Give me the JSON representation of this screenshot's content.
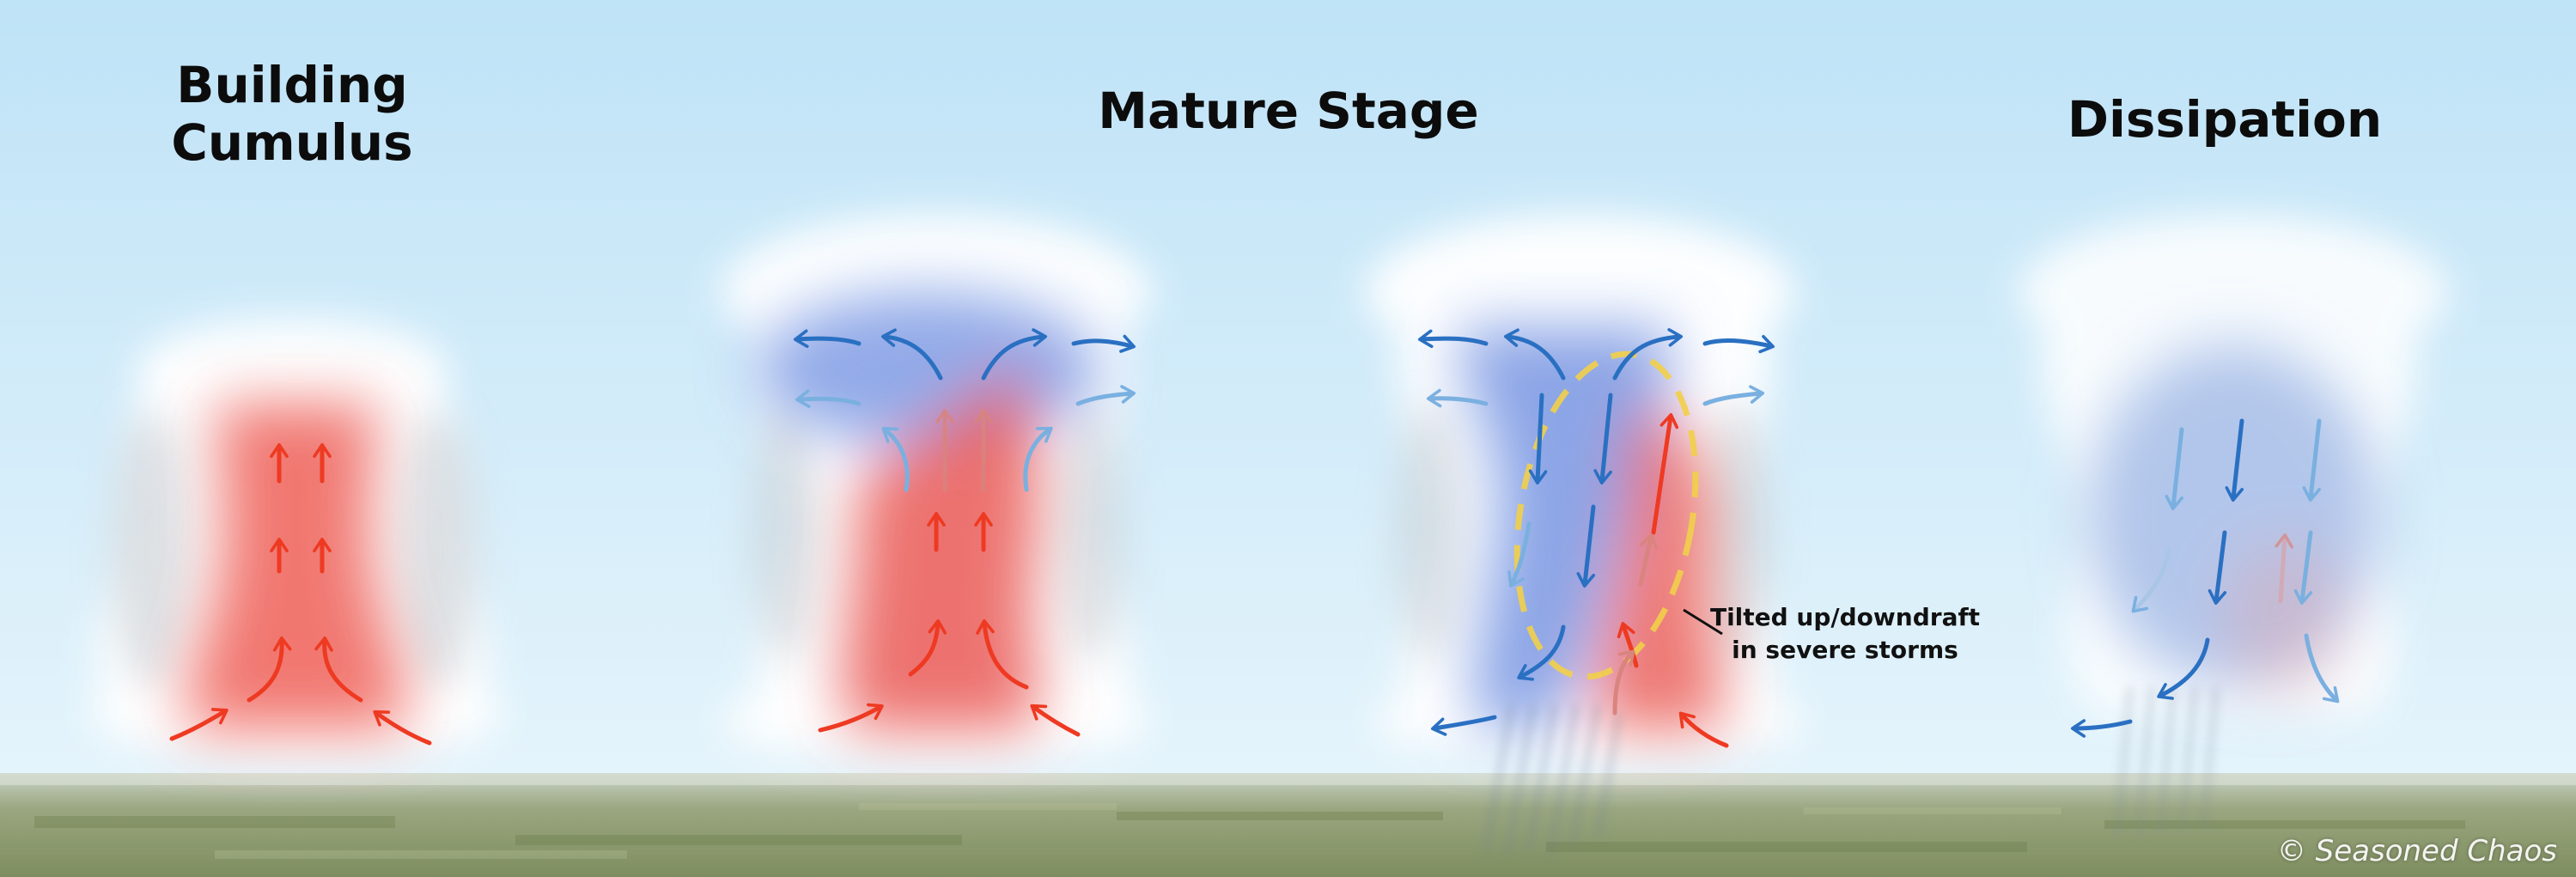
{
  "titles": {
    "building": [
      "Building",
      "Cumulus"
    ],
    "mature": "Mature Stage",
    "dissipation": "Dissipation"
  },
  "annotation": [
    "Tilted up/downdraft",
    "in severe storms"
  ],
  "credit": "© Seasoned Chaos",
  "colors": {
    "sky_top": "#bfe3f7",
    "sky_bottom": "#e9f6fc",
    "updraft": "#ee3a22",
    "downdraft": "#2a70c2",
    "downdraft_light": "#7ab0e0",
    "tilt_ellipse": "#f2d04a",
    "ground": "#8c9a6a"
  },
  "icons": [
    "updraft-arrow-icon",
    "downdraft-arrow-icon",
    "rain-shaft-icon",
    "cloud-icon"
  ]
}
